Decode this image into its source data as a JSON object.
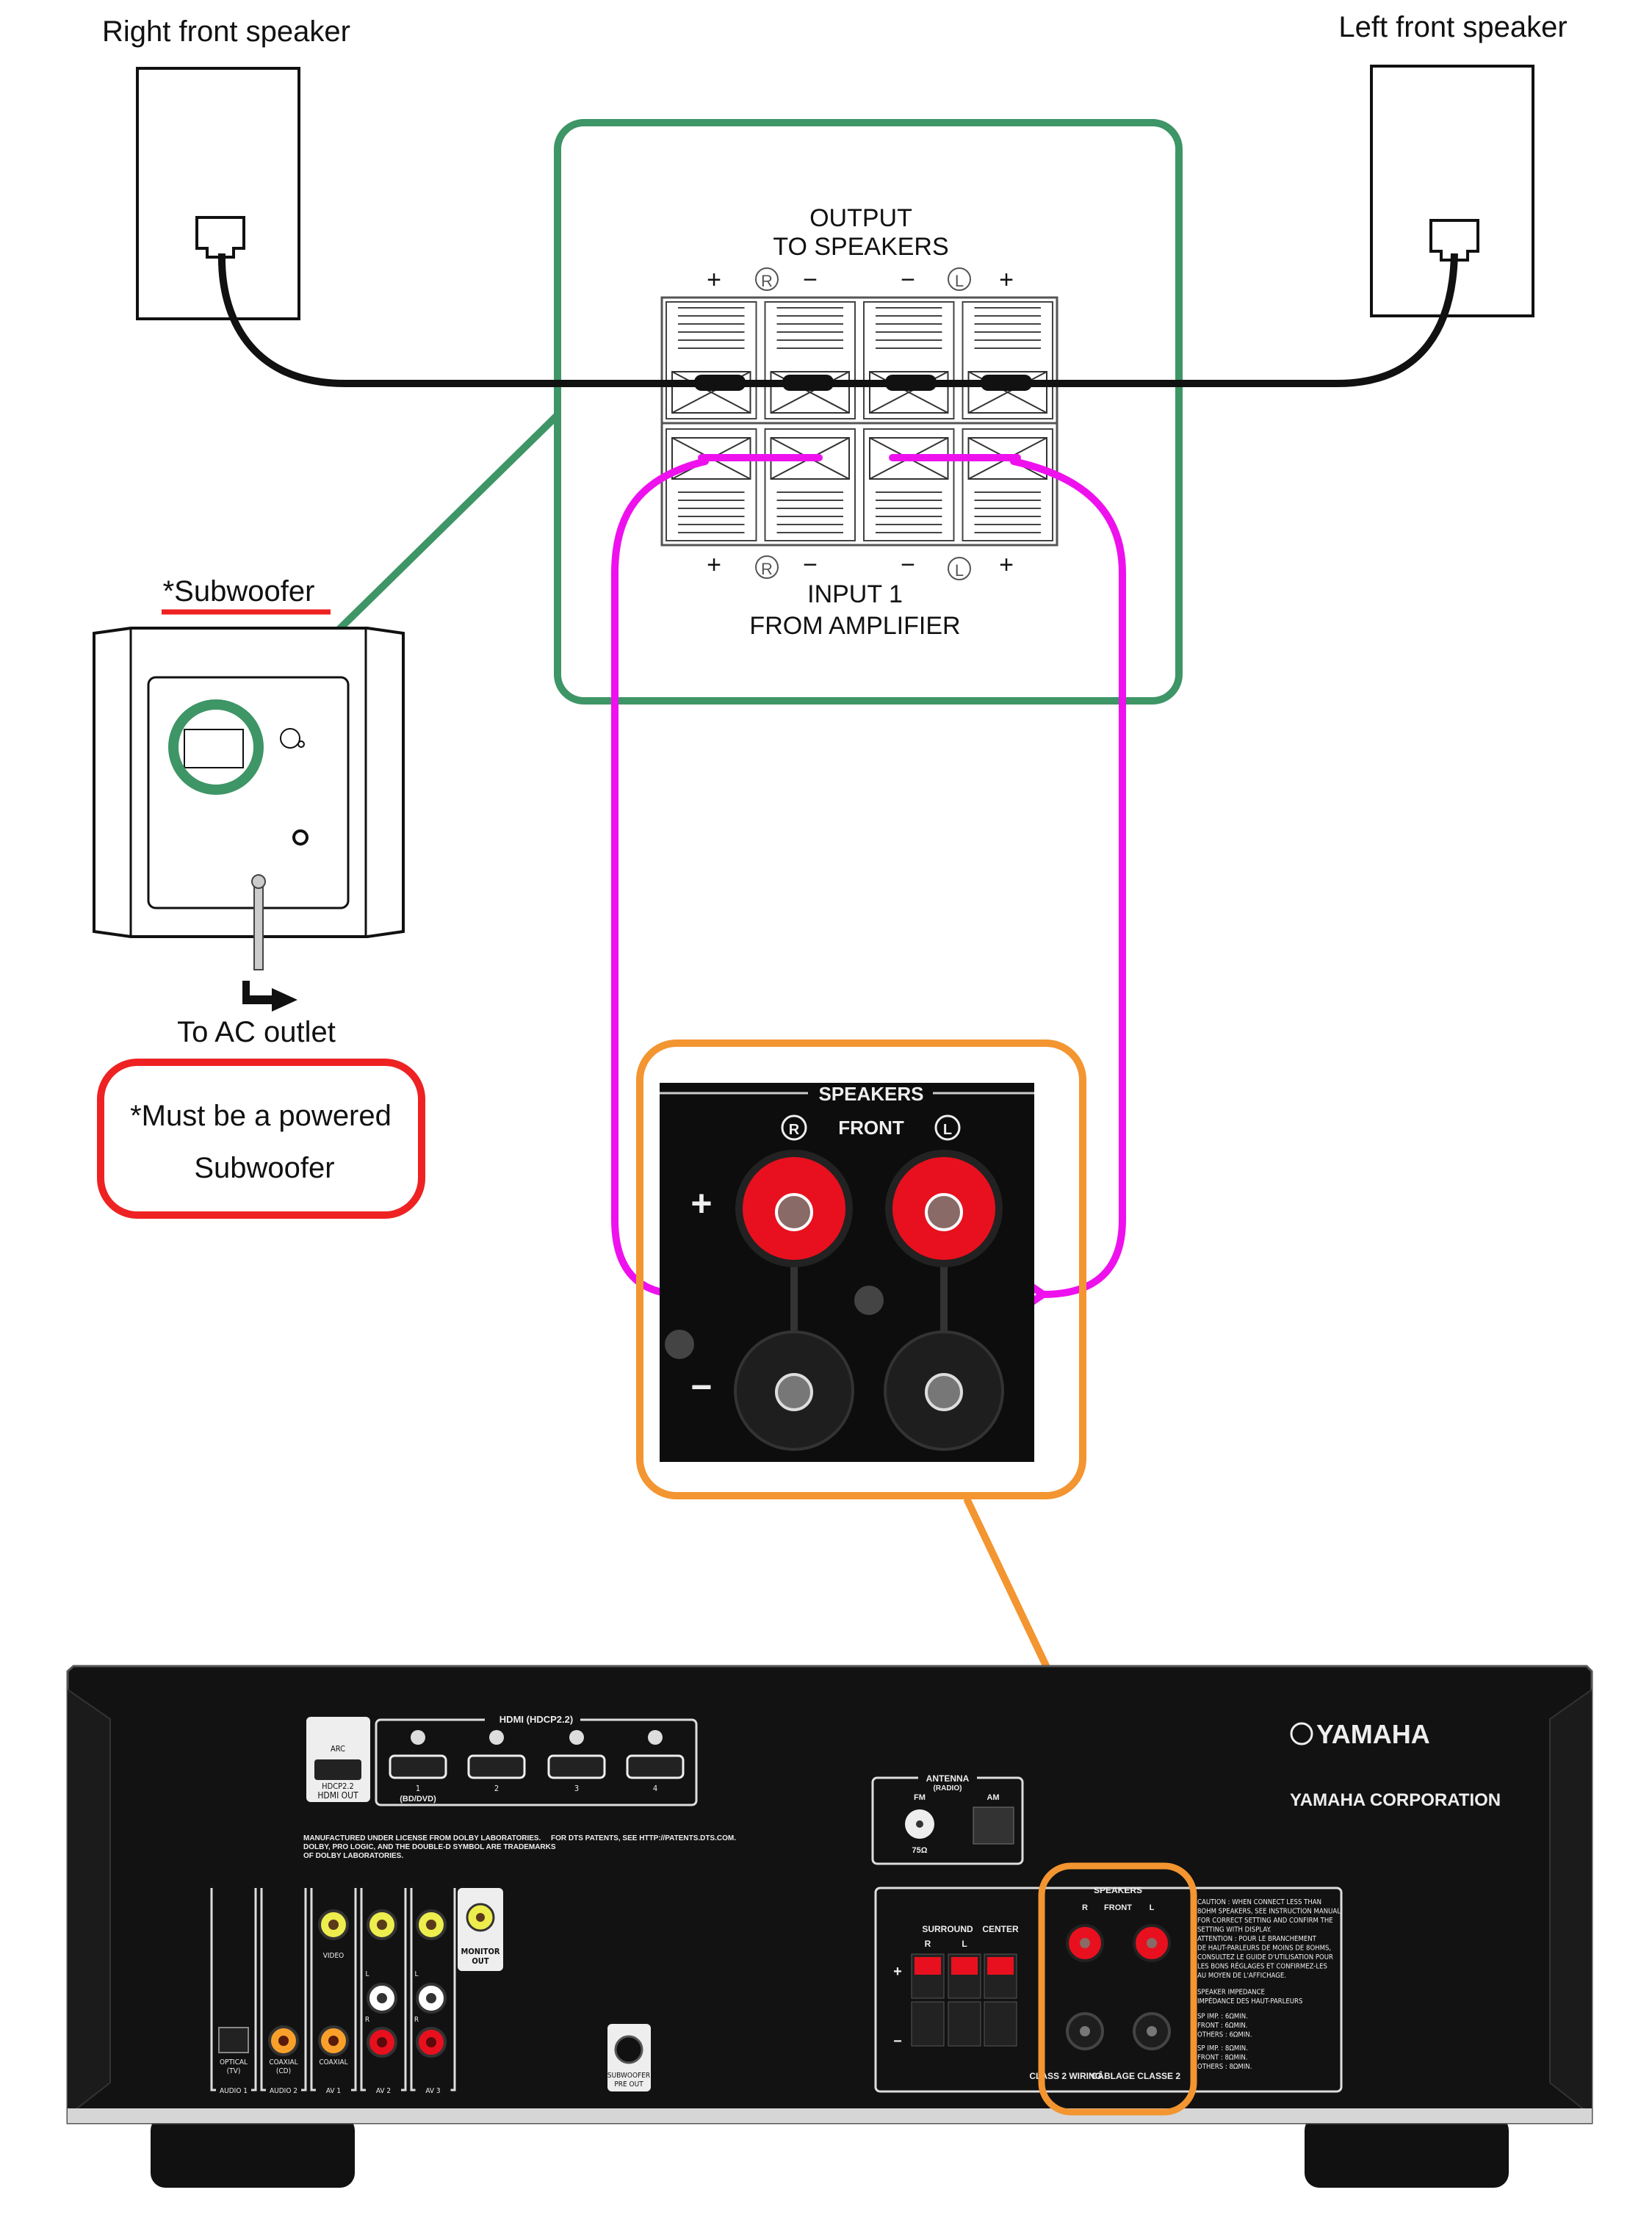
{
  "labels": {
    "right_speaker": "Right front speaker",
    "left_speaker": "Left front speaker",
    "output_line1": "OUTPUT",
    "output_line2": "TO SPEAKERS",
    "input_line1": "INPUT 1",
    "input_line2": "FROM AMPLIFIER",
    "plus": "+",
    "minus": "−",
    "r": "R",
    "l": "L",
    "subwoofer": "*Subwoofer",
    "ac_outlet": "To AC outlet",
    "note_line1": "*Must be a powered",
    "note_line2": "Subwoofer"
  },
  "speaker_panel": {
    "title": "SPEAKERS",
    "front": "FRONT",
    "r": "R",
    "l": "L",
    "plus": "+",
    "minus": "−"
  },
  "receiver": {
    "brand": "YAMAHA",
    "corporation": "YAMAHA CORPORATION",
    "hdmi_title": "HDMI (HDCP2.2)",
    "hdmi_out": [
      "ARC",
      "HDCP2.2",
      "HDMI OUT"
    ],
    "hdmi_inputs": [
      "1",
      "2",
      "3",
      "4"
    ],
    "hdmi_input1_sub": "(BD/DVD)",
    "dolby_text": [
      "MANUFACTURED UNDER LICENSE FROM DOLBY LABORATORIES.",
      "DOLBY, PRO LOGIC, AND THE DOUBLE-D SYMBOL ARE TRADEMARKS",
      "OF DOLBY LABORATORIES."
    ],
    "dts_text": "FOR DTS PATENTS, SEE HTTP://PATENTS.DTS.COM.",
    "antenna": {
      "title": "ANTENNA",
      "sub": "(RADIO)",
      "fm": "FM",
      "am": "AM",
      "ohm": "75Ω"
    },
    "inputs": {
      "optical": [
        "OPTICAL",
        "(TV)"
      ],
      "coaxial_cd": [
        "COAXIAL",
        "(CD)"
      ],
      "coaxial": "COAXIAL",
      "video": "VIDEO",
      "monitor_out": [
        "MONITOR",
        "OUT"
      ],
      "groups": [
        "AUDIO 1",
        "AUDIO 2",
        "AV 1",
        "AV 2",
        "AV 3"
      ],
      "l": "L",
      "r": "R"
    },
    "subwoofer_out": [
      "SUBWOOFER",
      "PRE OUT"
    ],
    "speakers": {
      "title": "SPEAKERS",
      "front": "FRONT",
      "surround": "SURROUND",
      "center": "CENTER",
      "r": "R",
      "l": "L",
      "plus": "+",
      "minus": "−",
      "class2": "CLASS 2 WIRING",
      "class2_fr": "CÂBLAGE CLASSE 2"
    },
    "caution": [
      "CAUTION : WHEN CONNECT LESS THAN",
      "8OHM SPEAKERS, SEE INSTRUCTION MANUAL",
      "FOR CORRECT SETTING AND CONFIRM THE",
      "SETTING WITH DISPLAY.",
      "ATTENTION : POUR LE BRANCHEMENT",
      "DE HAUT-PARLEURS DE MOINS DE 8OHMS,",
      "CONSULTEZ LE GUIDE D'UTILISATION POUR",
      "LES BONS RÉGLAGES ET CONFIRMEZ-LES",
      "AU MOYEN DE L'AFFICHAGE.",
      "SPEAKER IMPEDANCE",
      "IMPÉDANCE DES HAUT-PARLEURS",
      "SP IMP. : 6ΩMIN.",
      "FRONT   : 6ΩMIN.",
      "OTHERS  : 6ΩMIN.",
      "SP IMP. : 8ΩMIN.",
      "FRONT   : 8ΩMIN.",
      "OTHERS  : 8ΩMIN."
    ]
  },
  "colors": {
    "green": "#3e9566",
    "magenta": "#ee11ee",
    "orange": "#f39530",
    "red": "#ee2222",
    "cable": "#111111",
    "receiver": "#121212"
  }
}
